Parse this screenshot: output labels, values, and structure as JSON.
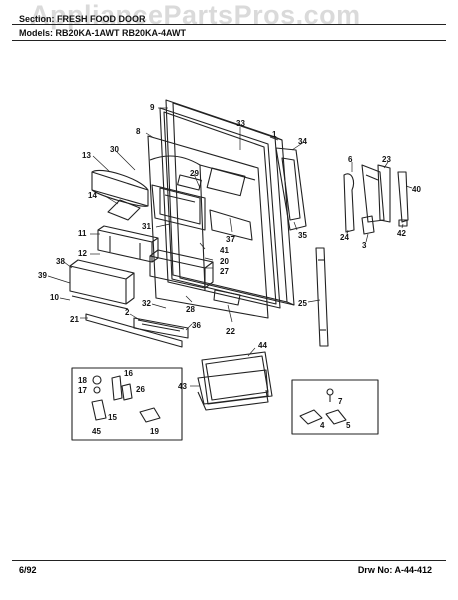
{
  "header": {
    "section_label": "Section:",
    "section_value": "FRESH FOOD DOOR",
    "models_label": "Models:",
    "models_value": "RB20KA-1AWT  RB20KA-4AWT"
  },
  "watermark": "AppliancePartsPros.com",
  "footer": {
    "date": "6/92",
    "drawing_number": "Drw No: A-44-412"
  },
  "callouts": {
    "c1": "1",
    "c2": "2",
    "c3": "3",
    "c4": "4",
    "c5": "5",
    "c6": "6",
    "c7": "7",
    "c8": "8",
    "c9": "9",
    "c10": "10",
    "c11": "11",
    "c12": "12",
    "c13": "13",
    "c14": "14",
    "c15": "15",
    "c16": "16",
    "c17": "17",
    "c18": "18",
    "c19": "19",
    "c20": "20",
    "c21": "21",
    "c22": "22",
    "c23": "23",
    "c24": "24",
    "c25": "25",
    "c26": "26",
    "c27": "27",
    "c28": "28",
    "c29": "29",
    "c30": "30",
    "c31": "31",
    "c32": "32",
    "c33": "33",
    "c34": "34",
    "c35": "35",
    "c36": "36",
    "c37": "37",
    "c38": "38",
    "c39": "39",
    "c40": "40",
    "c41": "41",
    "c42": "42",
    "c43": "43",
    "c44": "44",
    "c45": "45"
  }
}
